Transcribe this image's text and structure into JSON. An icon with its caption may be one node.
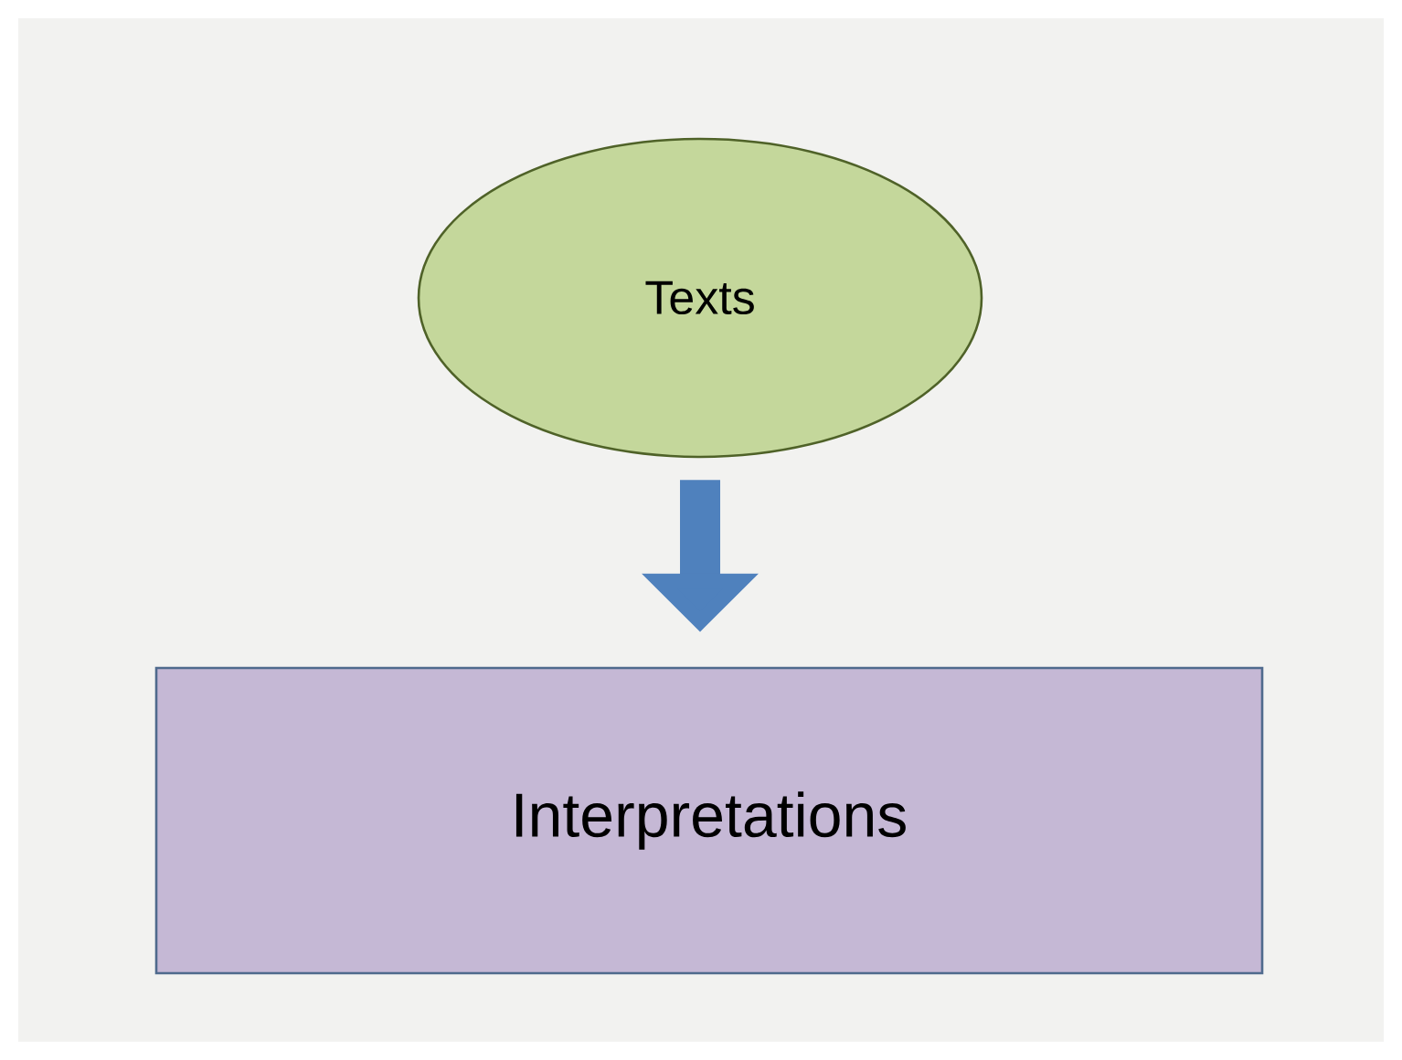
{
  "diagram": {
    "nodes": [
      {
        "text": [
          "Texts"
        ]
      },
      {
        "text": [
          "Interpretations"
        ]
      }
    ],
    "edges": [
      {
        "from": 0,
        "to": 1,
        "arrow": "to"
      }
    ]
  }
}
